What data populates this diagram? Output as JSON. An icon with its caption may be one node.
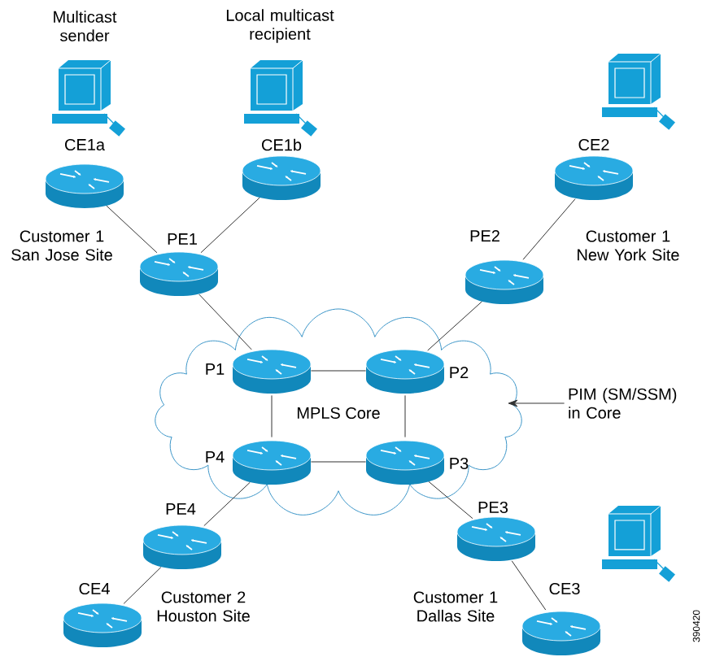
{
  "diagram": {
    "nodes": [
      {
        "text": [
          "Multicast sender"
        ]
      },
      {
        "text": [
          "Local multicast recipient"
        ]
      },
      {
        "text": [],
        "shape": "computer"
      },
      {
        "text": [
          "CE1a"
        ]
      },
      {
        "text": [
          "CE1b"
        ]
      },
      {
        "text": [
          "CE2"
        ]
      },
      {
        "text": [
          "PE1"
        ]
      },
      {
        "text": [
          "PE2"
        ]
      },
      {
        "text": [
          "MPLS Core"
        ]
      },
      {
        "text": [
          "P1"
        ],
        "in": 8
      },
      {
        "text": [
          "P2"
        ],
        "in": 8
      },
      {
        "text": [
          "PIM (SM/SSM) in Core"
        ]
      },
      {
        "text": [
          "P4"
        ],
        "in": 8
      },
      {
        "text": [
          "P3"
        ],
        "in": 8
      },
      {
        "text": [
          "PE4"
        ]
      },
      {
        "text": [
          "PE3"
        ]
      },
      {
        "text": [],
        "shape": "computer"
      },
      {
        "text": [
          "CE4"
        ]
      },
      {
        "text": [
          "CE3"
        ]
      }
    ],
    "edges": [
      {
        "from": 3,
        "to": 6,
        "arrow": "none"
      },
      {
        "from": 4,
        "to": 6,
        "arrow": "none"
      },
      {
        "from": 5,
        "to": 7,
        "arrow": "none"
      },
      {
        "from": 6,
        "to": 9,
        "arrow": "none"
      },
      {
        "from": 7,
        "to": 10,
        "arrow": "none"
      },
      {
        "from": 9,
        "to": 10,
        "arrow": "none"
      },
      {
        "from": 9,
        "to": 12,
        "arrow": "none"
      },
      {
        "from": 10,
        "to": 13,
        "arrow": "none"
      },
      {
        "from": 12,
        "to": 13,
        "arrow": "none"
      },
      {
        "from": 11,
        "to": 8,
        "arrow": "to"
      },
      {
        "from": 12,
        "to": 14,
        "arrow": "none"
      },
      {
        "from": 13,
        "to": 15,
        "arrow": "none"
      },
      {
        "from": 14,
        "to": 17,
        "arrow": "none"
      },
      {
        "from": 15,
        "to": 18,
        "arrow": "none"
      }
    ],
    "labels": [
      "Customer 1 San Jose Site",
      "Customer 1 New York Site",
      "Customer 2 Houston Site",
      "Customer 1 Dallas Site",
      "390420"
    ]
  }
}
